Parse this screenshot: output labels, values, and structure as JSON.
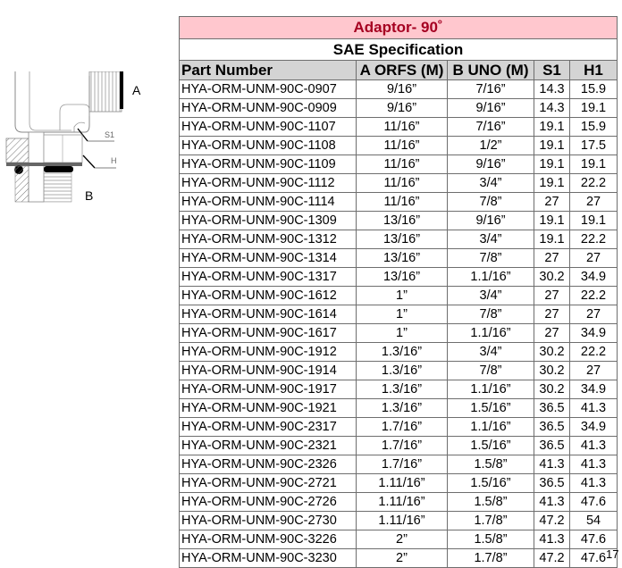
{
  "diagram": {
    "label_a": "A",
    "label_b": "B",
    "label_s1": "S1",
    "label_h": "H"
  },
  "table": {
    "title": "Adaptor- 90˚",
    "subtitle": "SAE Specification",
    "colors": {
      "title_bg": "#ffc7ce",
      "title_text": "#a50021",
      "header_bg": "#d4d4d4"
    },
    "headers": [
      "Part Number",
      "A ORFS (M)",
      "B UNO (M)",
      "S1",
      "H1"
    ],
    "rows": [
      [
        "HYA-ORM-UNM-90C-0907",
        "9/16”",
        "7/16”",
        "14.3",
        "15.9"
      ],
      [
        "HYA-ORM-UNM-90C-0909",
        "9/16”",
        "9/16”",
        "14.3",
        "19.1"
      ],
      [
        "HYA-ORM-UNM-90C-1107",
        "11/16”",
        "7/16”",
        "19.1",
        "15.9"
      ],
      [
        "HYA-ORM-UNM-90C-1108",
        "11/16”",
        "1/2”",
        "19.1",
        "17.5"
      ],
      [
        "HYA-ORM-UNM-90C-1109",
        "11/16”",
        "9/16”",
        "19.1",
        "19.1"
      ],
      [
        "HYA-ORM-UNM-90C-1112",
        "11/16”",
        "3/4”",
        "19.1",
        "22.2"
      ],
      [
        "HYA-ORM-UNM-90C-1114",
        "11/16”",
        "7/8”",
        "27",
        "27"
      ],
      [
        "HYA-ORM-UNM-90C-1309",
        "13/16”",
        "9/16”",
        "19.1",
        "19.1"
      ],
      [
        "HYA-ORM-UNM-90C-1312",
        "13/16”",
        "3/4”",
        "19.1",
        "22.2"
      ],
      [
        "HYA-ORM-UNM-90C-1314",
        "13/16”",
        "7/8”",
        "27",
        "27"
      ],
      [
        "HYA-ORM-UNM-90C-1317",
        "13/16”",
        "1.1/16”",
        "30.2",
        "34.9"
      ],
      [
        "HYA-ORM-UNM-90C-1612",
        "1”",
        "3/4”",
        "27",
        "22.2"
      ],
      [
        "HYA-ORM-UNM-90C-1614",
        "1”",
        "7/8”",
        "27",
        "27"
      ],
      [
        "HYA-ORM-UNM-90C-1617",
        "1”",
        "1.1/16”",
        "27",
        "34.9"
      ],
      [
        "HYA-ORM-UNM-90C-1912",
        "1.3/16”",
        "3/4”",
        "30.2",
        "22.2"
      ],
      [
        "HYA-ORM-UNM-90C-1914",
        "1.3/16”",
        "7/8”",
        "30.2",
        "27"
      ],
      [
        "HYA-ORM-UNM-90C-1917",
        "1.3/16”",
        "1.1/16”",
        "30.2",
        "34.9"
      ],
      [
        "HYA-ORM-UNM-90C-1921",
        "1.3/16”",
        "1.5/16”",
        "36.5",
        "41.3"
      ],
      [
        "HYA-ORM-UNM-90C-2317",
        "1.7/16”",
        "1.1/16”",
        "36.5",
        "34.9"
      ],
      [
        "HYA-ORM-UNM-90C-2321",
        "1.7/16”",
        "1.5/16”",
        "36.5",
        "41.3"
      ],
      [
        "HYA-ORM-UNM-90C-2326",
        "1.7/16”",
        "1.5/8”",
        "41.3",
        "41.3"
      ],
      [
        "HYA-ORM-UNM-90C-2721",
        "1.11/16”",
        "1.5/16”",
        "36.5",
        "41.3"
      ],
      [
        "HYA-ORM-UNM-90C-2726",
        "1.11/16”",
        "1.5/8”",
        "41.3",
        "47.6"
      ],
      [
        "HYA-ORM-UNM-90C-2730",
        "1.11/16”",
        "1.7/8”",
        "47.2",
        "54"
      ],
      [
        "HYA-ORM-UNM-90C-3226",
        "2”",
        "1.5/8”",
        "41.3",
        "47.6"
      ],
      [
        "HYA-ORM-UNM-90C-3230",
        "2”",
        "1.7/8”",
        "47.2",
        "47.6"
      ]
    ]
  },
  "page_number": "17"
}
